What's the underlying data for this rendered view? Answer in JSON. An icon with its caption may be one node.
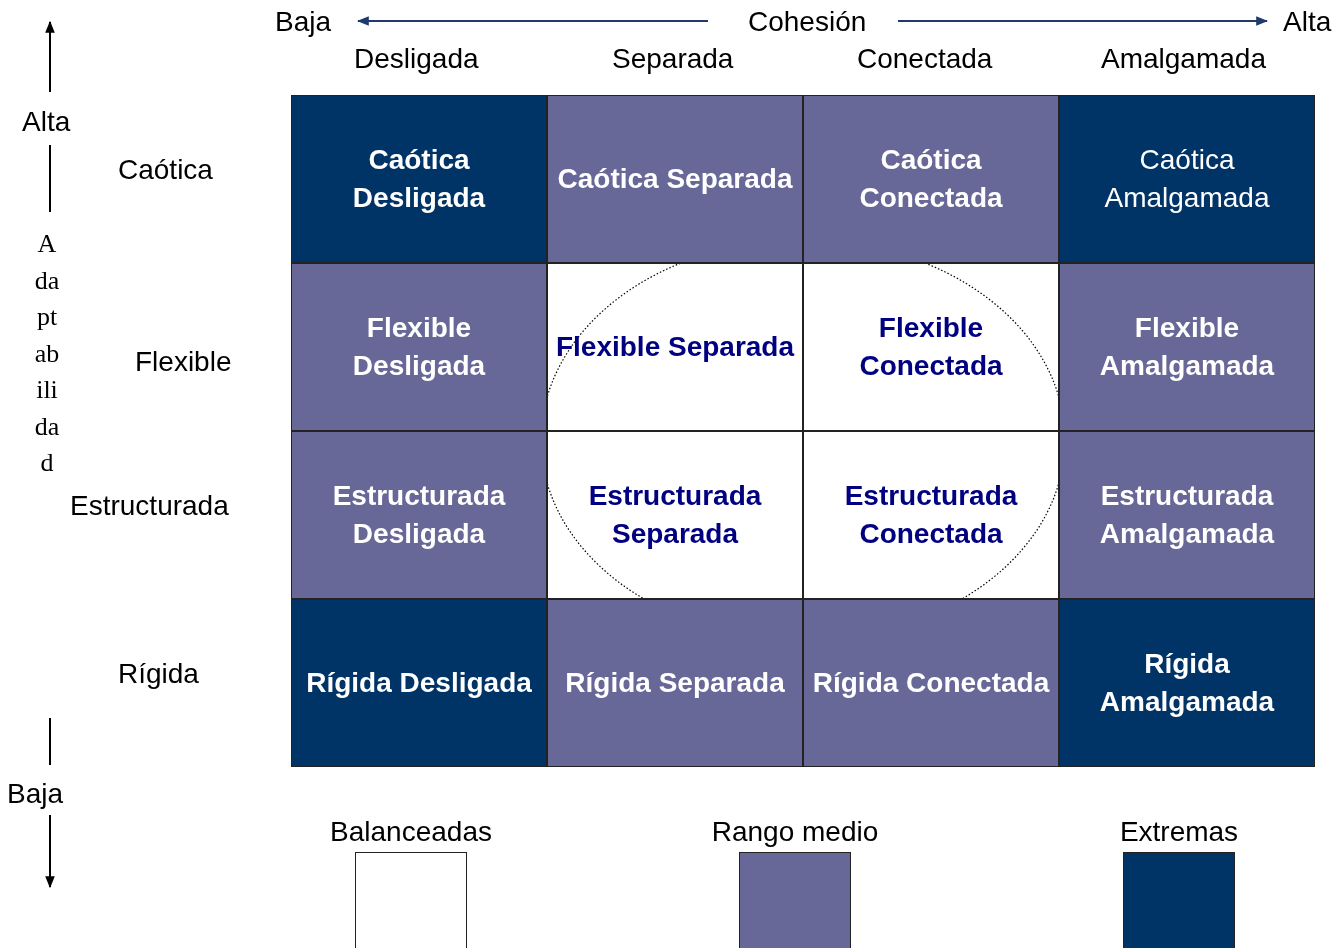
{
  "diagram": {
    "nodes": [
      {
        "text": [
          "Caótica Desligada"
        ]
      },
      {
        "text": [
          "Caótica Separada"
        ]
      },
      {
        "text": [
          "Caótica Conectada"
        ]
      },
      {
        "text": [
          "Caótica Amalgamada"
        ]
      },
      {
        "text": [
          "Flexible Desligada"
        ]
      },
      {
        "text": [
          "Flexible Separada"
        ]
      },
      {
        "text": [
          "Flexible Conectada"
        ]
      },
      {
        "text": [
          "Flexible Amalgamada"
        ]
      },
      {
        "text": [
          "Estructurada Desligada"
        ]
      },
      {
        "text": [
          "Estructurada Separada"
        ]
      },
      {
        "text": [
          "Estructurada Conectada"
        ]
      },
      {
        "text": [
          "Estructurada Amalgamada"
        ]
      },
      {
        "text": [
          "Rígida Desligada"
        ]
      },
      {
        "text": [
          "Rígida Separada"
        ]
      },
      {
        "text": [
          "Rígida Conectada"
        ]
      },
      {
        "text": [
          "Rígida Amalgamada"
        ]
      }
    ],
    "labels": [
      "Baja",
      "Cohesión",
      "Alta",
      "Desligada",
      "Separada",
      "Conectada",
      "Amalgamada",
      "Alta",
      "Caótica",
      "Flexible",
      "Estructurada",
      "Adaptabilidad",
      "Rígida",
      "Baja"
    ],
    "legend": [
      {
        "text": "Balanceadas",
        "color": "#ffffff"
      },
      {
        "text": "Rango medio",
        "color": "#676798"
      },
      {
        "text": "Extremas",
        "color": "#003366"
      }
    ]
  }
}
